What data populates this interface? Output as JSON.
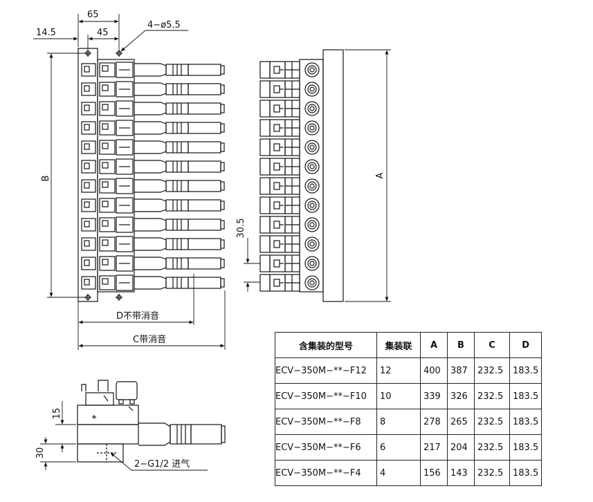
{
  "dimensions": {
    "width_65": "65",
    "offset_14_5": "14.5",
    "pitch_45": "45",
    "holes": "4−ø5.5",
    "dim_b": "B",
    "dim_a": "A",
    "pitch_30_5": "30.5",
    "dim_d": "D不带消音",
    "dim_c": "C带消音",
    "side_15": "15",
    "side_30": "30",
    "port_note": "2−G1/2  进气"
  },
  "table": {
    "headers": [
      "含集装的型号",
      "集装联",
      "A",
      "B",
      "C",
      "D"
    ],
    "rows": [
      [
        "ECV−350M−**−F12",
        "12",
        "400",
        "387",
        "232.5",
        "183.5"
      ],
      [
        "ECV−350M−**−F10",
        "10",
        "339",
        "326",
        "232.5",
        "183.5"
      ],
      [
        "ECV−350M−**−F8",
        "8",
        "278",
        "265",
        "232.5",
        "183.5"
      ],
      [
        "ECV−350M−**−F6",
        "6",
        "217",
        "204",
        "232.5",
        "183.5"
      ],
      [
        "ECV−350M−**−F4",
        "4",
        "156",
        "143",
        "232.5",
        "183.5"
      ]
    ]
  }
}
